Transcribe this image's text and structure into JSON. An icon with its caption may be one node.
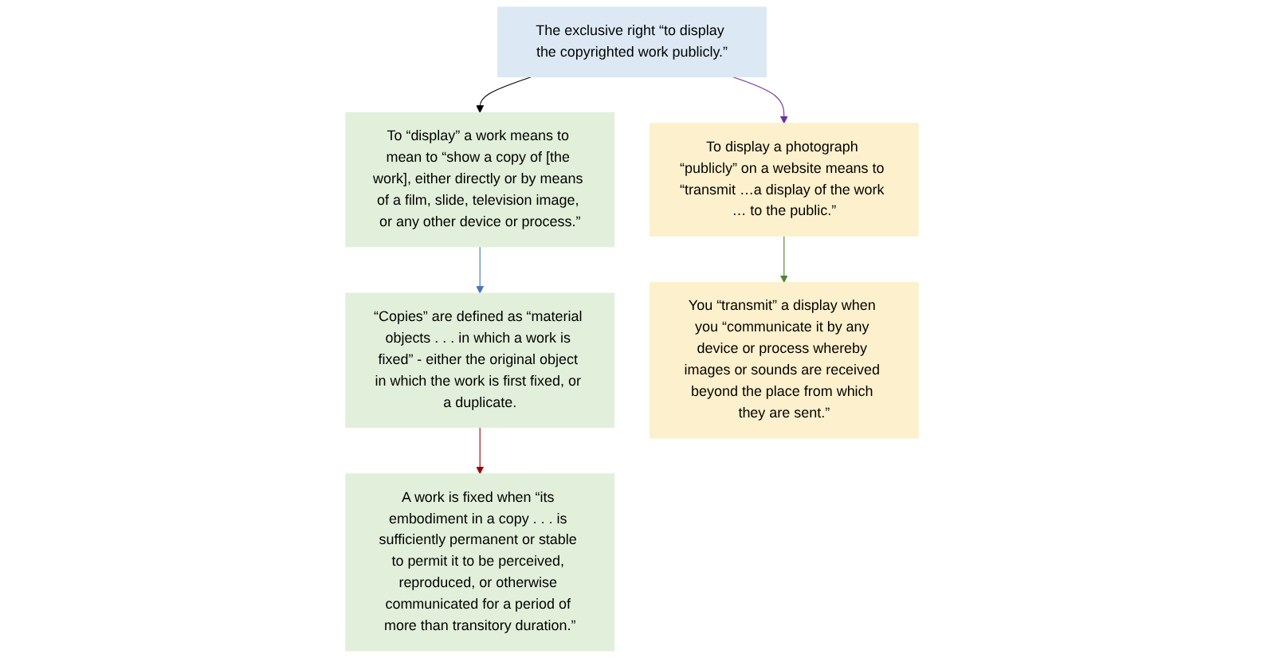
{
  "diagram": {
    "nodes": [
      {
        "text": [
          "The exclusive right “to display the copyrighted work publicly.”"
        ]
      },
      {
        "text": [
          "To “display” a work means to mean to “show a copy of [the work], either directly or by means of a film, slide, television image, or any other device or process.”"
        ]
      },
      {
        "text": [
          "“Copies” are defined as “material objects . . . in which a work is fixed” - either the original object in which the work is first fixed, or a duplicate."
        ]
      },
      {
        "text": [
          "A work is fixed when “its embodiment in a copy . . . is sufficiently permanent or stable to permit it to be perceived, reproduced, or otherwise communicated for a period of more than transitory duration.”"
        ]
      },
      {
        "text": [
          "To display a photograph “publicly” on a website means to “transmit …a display of the work … to the public.”"
        ]
      },
      {
        "text": [
          "You “transmit” a display when you “communicate it by any device or process whereby images or sounds are received beyond the place from which they are sent.”"
        ]
      }
    ],
    "edges": [
      {
        "from": 0,
        "to": 1,
        "arrow": "to",
        "color": "#000000"
      },
      {
        "from": 0,
        "to": 4,
        "arrow": "to",
        "color": "#7030a0"
      },
      {
        "from": 1,
        "to": 2,
        "arrow": "to",
        "color": "#4472c4"
      },
      {
        "from": 2,
        "to": 3,
        "arrow": "to",
        "color": "#a00000"
      },
      {
        "from": 4,
        "to": 5,
        "arrow": "to",
        "color": "#548235"
      }
    ]
  }
}
